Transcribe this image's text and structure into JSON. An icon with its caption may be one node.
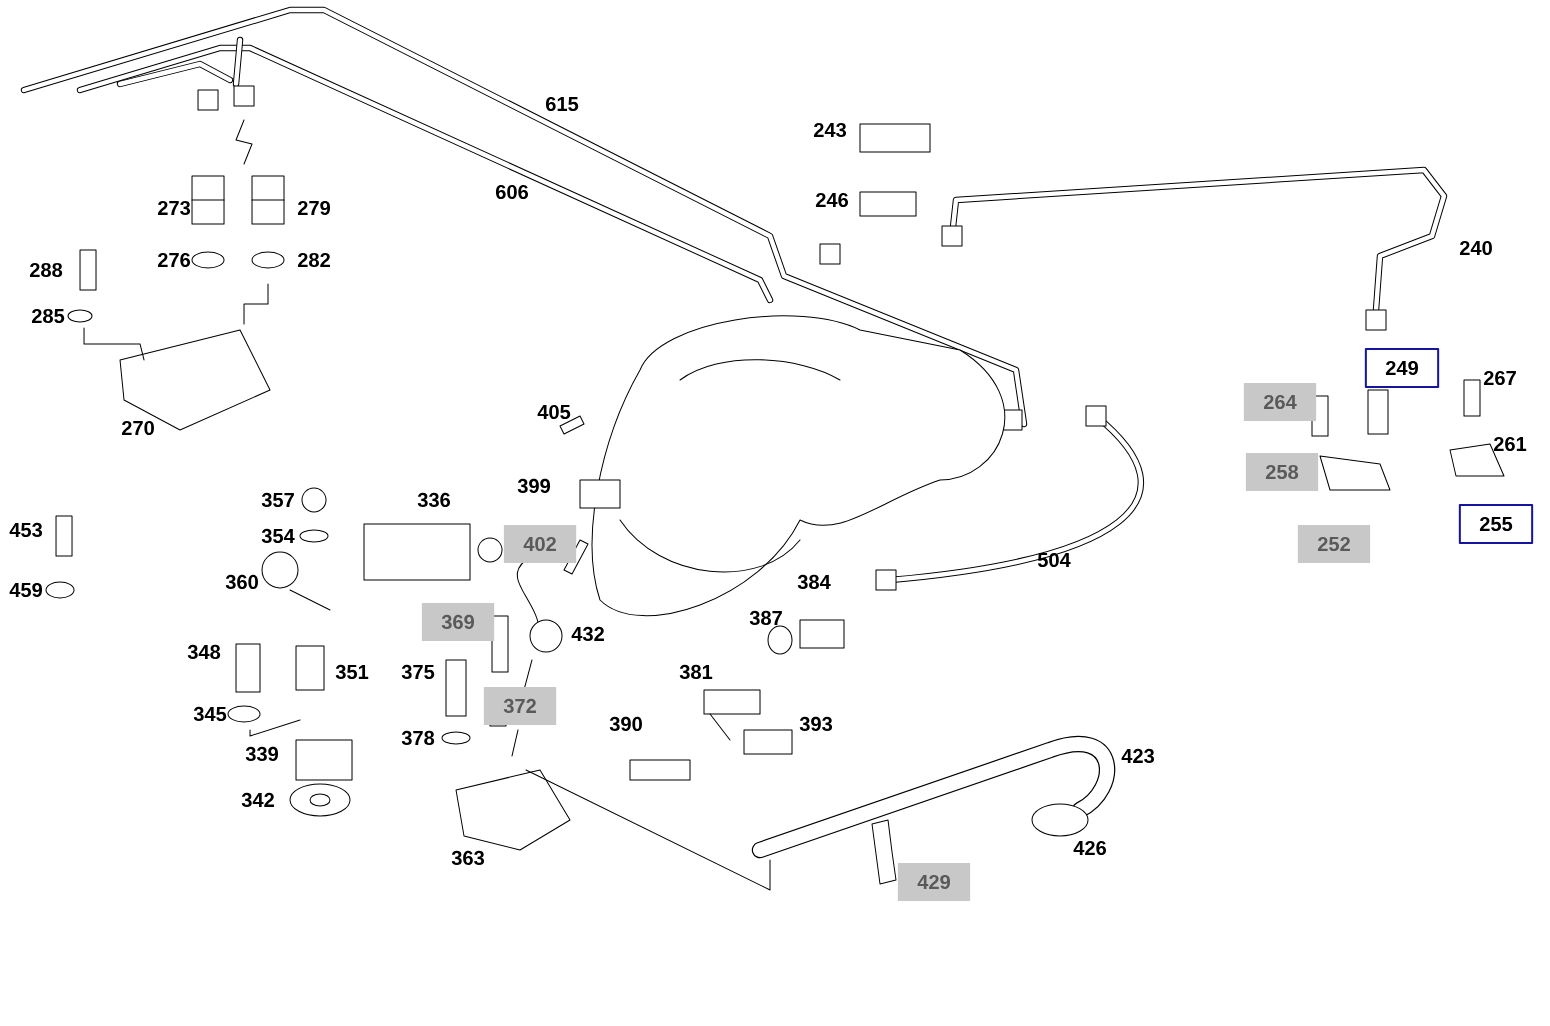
{
  "diagram": {
    "nodes": [
      {
        "text": [
          "249"
        ]
      },
      {
        "text": [
          "264"
        ]
      },
      {
        "text": [
          "258"
        ]
      },
      {
        "text": [
          "255"
        ]
      },
      {
        "text": [
          "252"
        ]
      },
      {
        "text": [
          "402"
        ]
      },
      {
        "text": [
          "369"
        ]
      },
      {
        "text": [
          "372"
        ]
      },
      {
        "text": [
          "429"
        ]
      }
    ],
    "labels": [
      "615",
      "243",
      "606",
      "246",
      "273",
      "279",
      "288",
      "276",
      "282",
      "240",
      "285",
      "267",
      "405",
      "270",
      "261",
      "399",
      "357",
      "336",
      "453",
      "354",
      "504",
      "360",
      "459",
      "384",
      "387",
      "348",
      "351",
      "432",
      "375",
      "381",
      "345",
      "390",
      "393",
      "378",
      "339",
      "423",
      "342",
      "426",
      "363"
    ]
  }
}
